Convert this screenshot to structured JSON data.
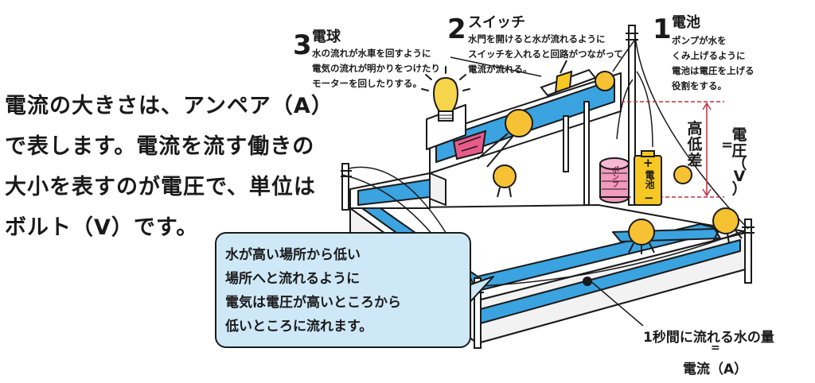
{
  "main_text": [
    "電流の大きさは、アンペア（A）",
    "で表します。電流を流す働きの",
    "大小を表すのが電圧で、単位は",
    "ボルト（V）です。"
  ],
  "bubble_text": [
    "水が高い場所から低い",
    "場所へと流れるように",
    "電気は電圧が高いところから",
    "低いところに流れます。"
  ],
  "item1": {
    "number": "1",
    "title": "電池",
    "desc": [
      "ポンプが水を",
      "くみ上げるように",
      "電池は電圧を上げる",
      "役割をする。"
    ]
  },
  "item2": {
    "number": "2",
    "title": "スイッチ",
    "desc": [
      "水門を開けると水が流れるように",
      "スイッチを入れると回路がつながって",
      "電流が流れる。"
    ]
  },
  "item3": {
    "number": "3",
    "title": "電球",
    "desc": [
      "水の流れが水車を回すように",
      "電気の流れが明かりをつけたり",
      "モーターを回したりする。"
    ]
  },
  "height_label": [
    "高",
    "低",
    "差"
  ],
  "equals": "=",
  "voltage_label": [
    "電",
    "圧",
    "（",
    "V",
    "）"
  ],
  "pump_label": "ポンプ",
  "battery_label": "電池",
  "battery_plus": "+",
  "battery_minus": "−",
  "flow_label": "1秒間に流れる水の量",
  "flow_equals": "=",
  "current_label": "電流（A）",
  "colors": {
    "water": "#3aa3e0",
    "bubble": "#cfe8f7",
    "character": "#f6c233",
    "pump": "#f29ac0",
    "battery": "#f7c823",
    "height_line": "#c0313f"
  }
}
